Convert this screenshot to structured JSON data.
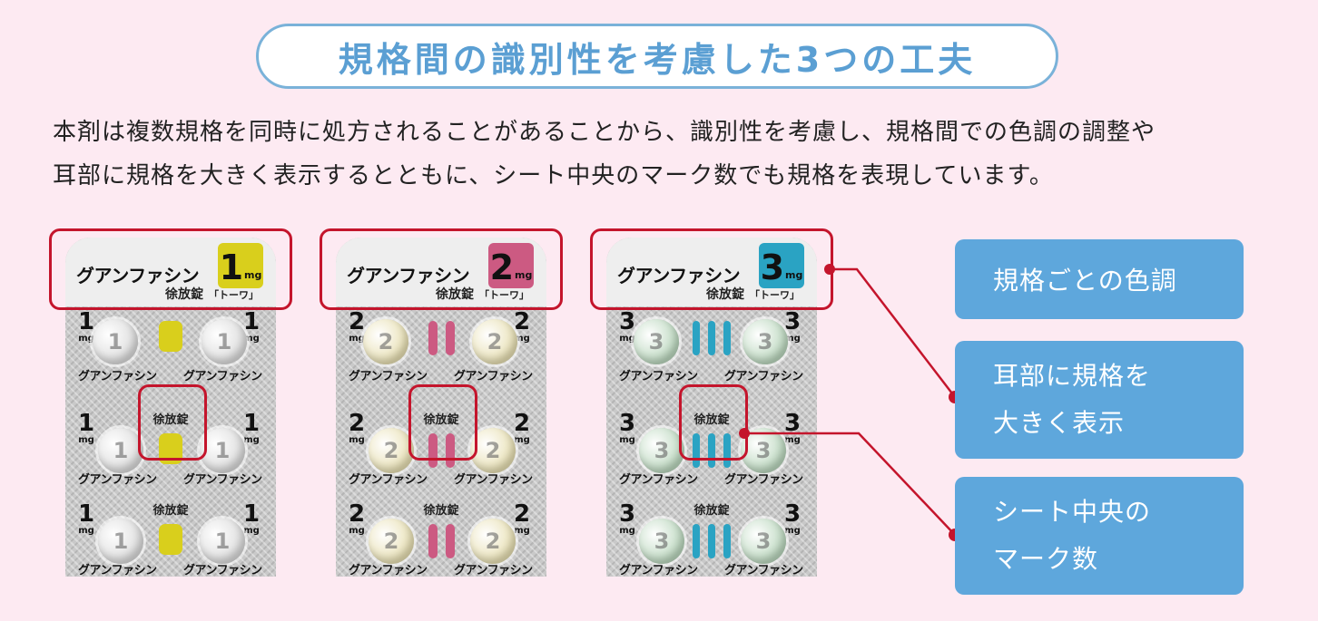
{
  "heading": "規格間の識別性を考慮した3つの工夫",
  "intro": {
    "line1": "本剤は複数規格を同時に処方されることがあることから、識別性を考慮し、規格間での色調の調整や",
    "line2": "耳部に規格を大きく表示するとともに、シート中央のマーク数でも規格を表現しています。"
  },
  "sheets": [
    {
      "name": "グアンファシン",
      "strength": "1",
      "unit": "mg",
      "formulation": "徐放錠",
      "maker": "「トーワ」",
      "center_label": "徐放錠",
      "row_name": "グアンファシン",
      "tablet_mark": "1",
      "mark_count": 1,
      "badge_color": "#d9cf1c",
      "tablet_color": "#dcdcdc"
    },
    {
      "name": "グアンファシン",
      "strength": "2",
      "unit": "mg",
      "formulation": "徐放錠",
      "maker": "「トーワ」",
      "center_label": "徐放錠",
      "row_name": "グアンファシン",
      "tablet_mark": "2",
      "mark_count": 2,
      "badge_color": "#cc5a82",
      "tablet_color": "#e8e0b4"
    },
    {
      "name": "グアンファシン",
      "strength": "3",
      "unit": "mg",
      "formulation": "徐放錠",
      "maker": "「トーワ」",
      "center_label": "徐放錠",
      "row_name": "グアンファシン",
      "tablet_mark": "3",
      "mark_count": 3,
      "badge_color": "#2aa3c3",
      "tablet_color": "#bcd8bf"
    }
  ],
  "callouts": {
    "color": {
      "line1": "規格ごとの色調"
    },
    "ear": {
      "line1": "耳部に規格を",
      "line2": "大きく表示"
    },
    "mark": {
      "line1": "シート中央の",
      "line2": "マーク数"
    }
  },
  "colors": {
    "background": "#fdeaf2",
    "heading_text": "#5b9fd3",
    "callout_bg": "#5ea7dc",
    "highlight_red": "#c4152c"
  }
}
